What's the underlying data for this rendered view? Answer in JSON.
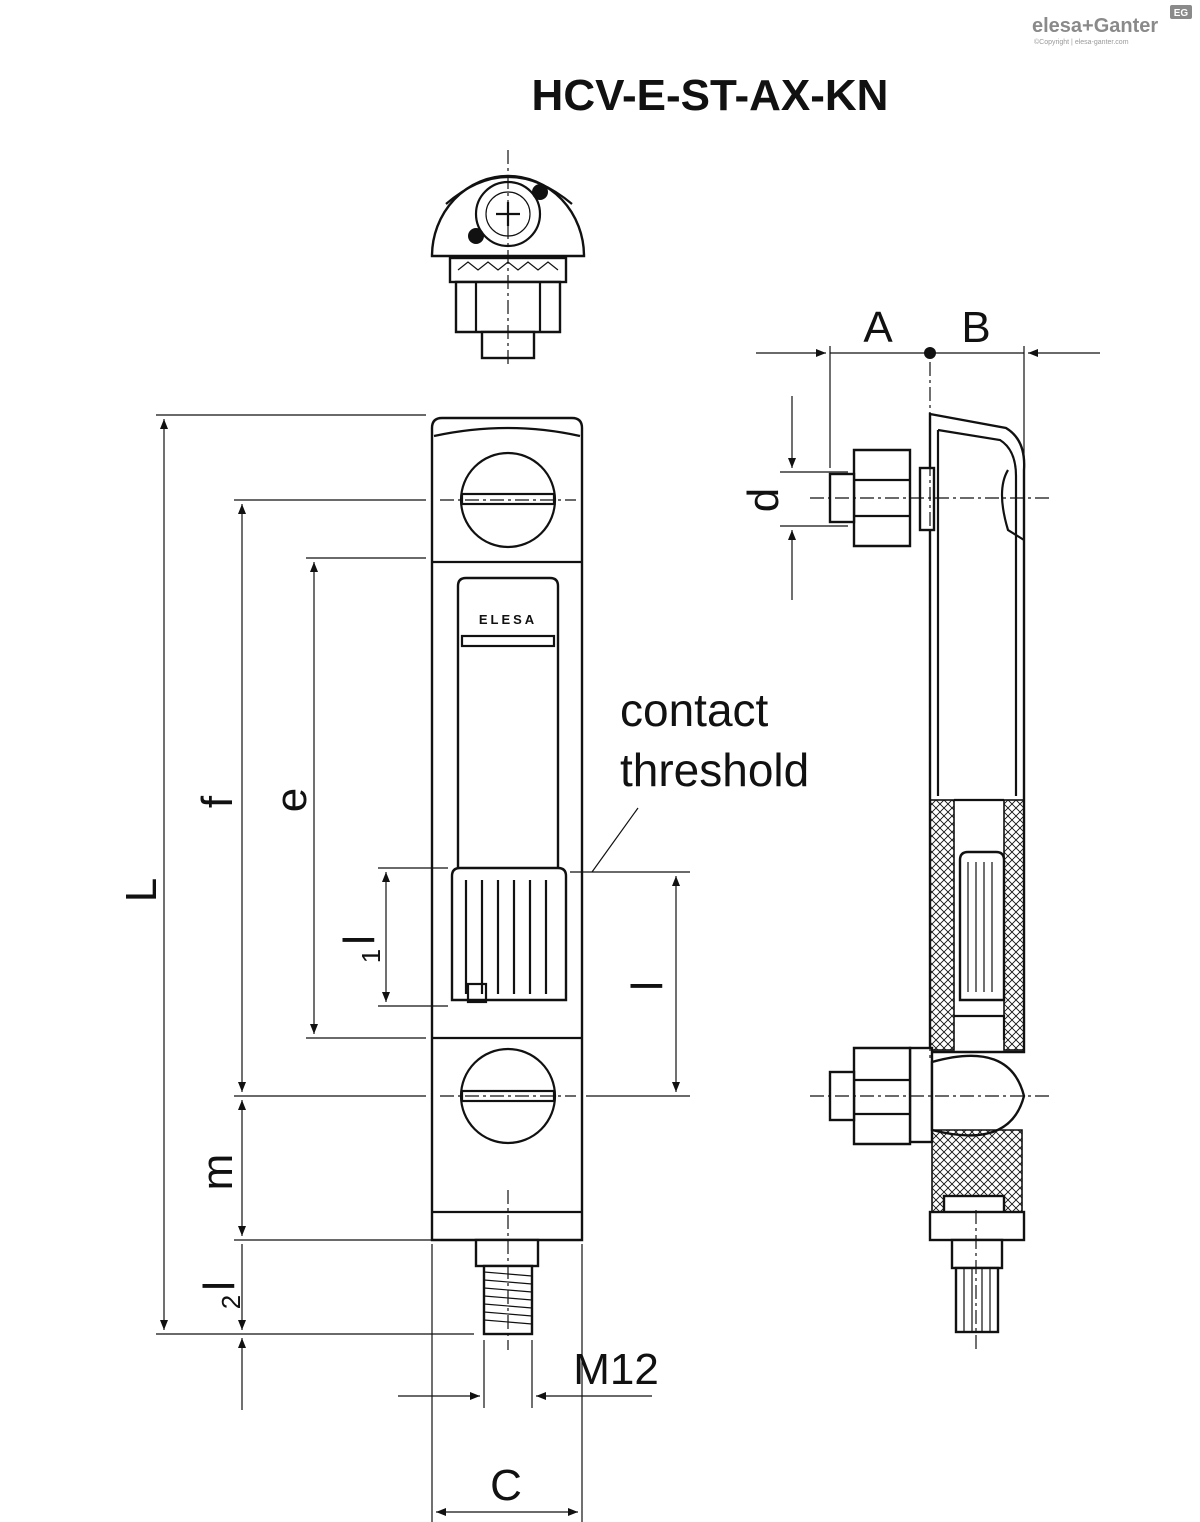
{
  "title": "HCV-E-ST-AX-KN",
  "brand": {
    "logo": "elesa+Ganter",
    "badge": "EG",
    "copyright": "©Copyright | elesa-ganter.com",
    "stamp": "ELESA"
  },
  "dimensions": {
    "A": "A",
    "B": "B",
    "d": "d",
    "L": "L",
    "f": "f",
    "e": "e",
    "l1_main": "l",
    "l1_sub": "1",
    "l": "l",
    "m": "m",
    "l2_main": "l",
    "l2_sub": "2",
    "M12": "M12",
    "C": "C"
  },
  "annotation": {
    "line1": "contact",
    "line2": "threshold"
  }
}
